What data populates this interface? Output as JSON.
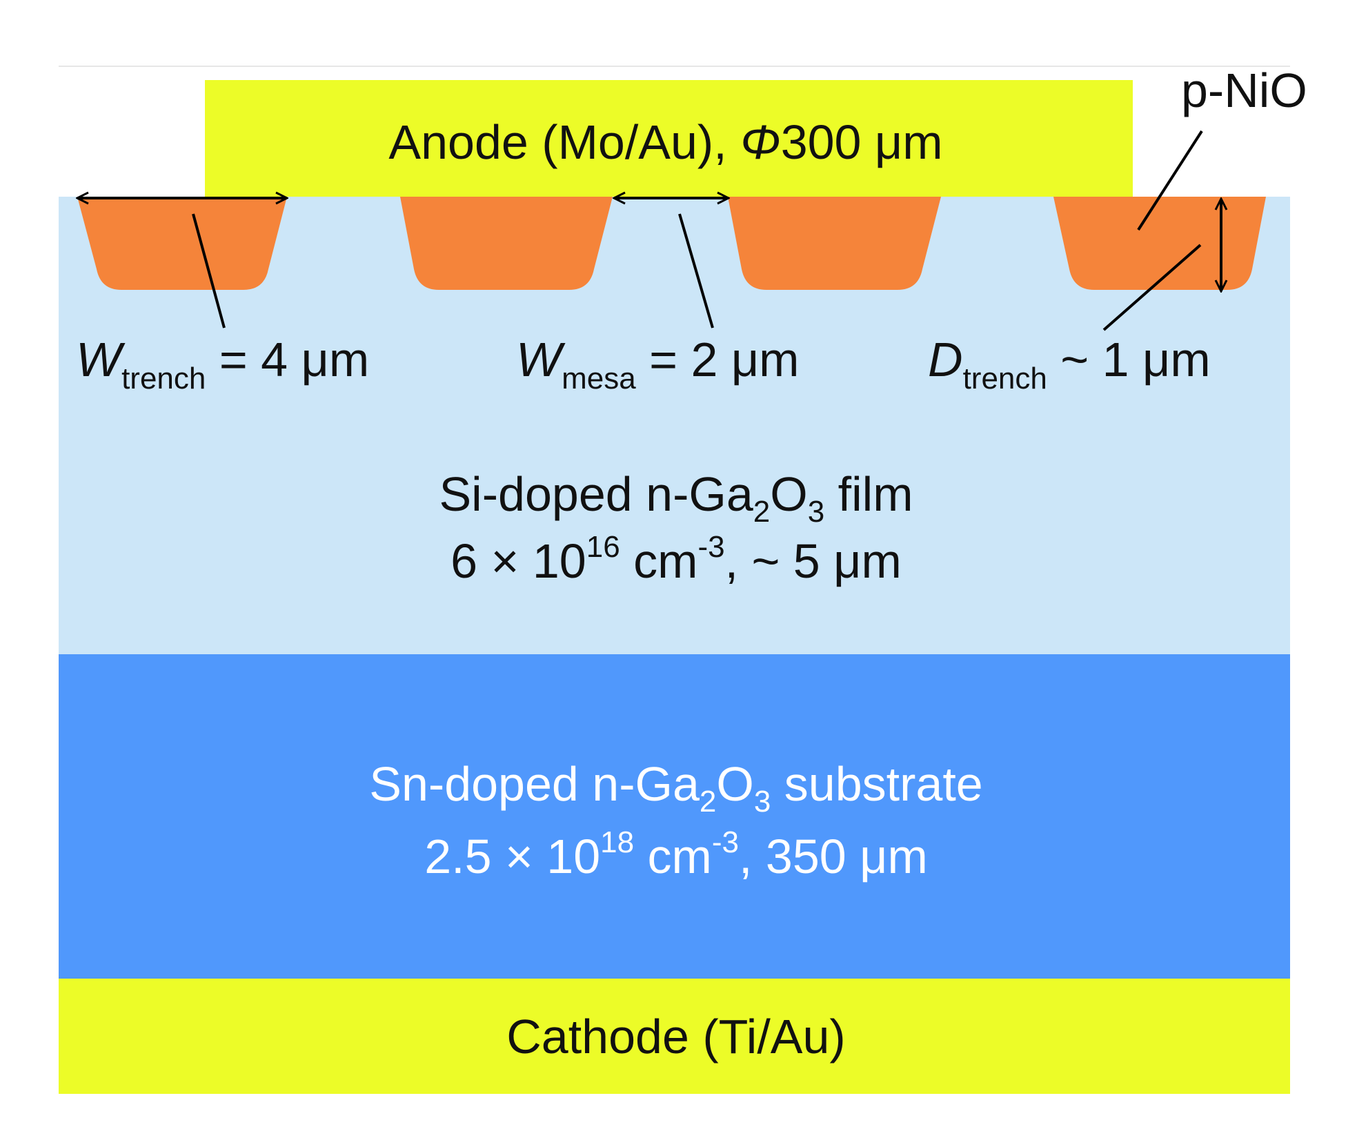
{
  "colors": {
    "metal": "#ecfc28",
    "film": "#cce6f8",
    "substrate": "#5098fc",
    "p_nio": "#f5843a",
    "line": "#000000",
    "text_dark": "#111111",
    "text_light": "#ffffff"
  },
  "anode": {
    "label": "Anode (Mo/Au), ",
    "phi": "Φ",
    "size": "300 μm"
  },
  "p_nio": {
    "label": "p-NiO"
  },
  "w_trench": {
    "var": "W",
    "sub": "trench",
    "value": " = 4 μm"
  },
  "w_mesa": {
    "var": "W",
    "sub": "mesa",
    "value": " = 2 μm"
  },
  "d_trench": {
    "var": "D",
    "sub": "trench",
    "value": " ~ 1 μm"
  },
  "film": {
    "line1_a": "Si-doped n-Ga",
    "line1_sub1": "2",
    "line1_b": "O",
    "line1_sub2": "3",
    "line1_c": " film",
    "line2_a": "6  ×  10",
    "line2_sup1": "16",
    "line2_b": " cm",
    "line2_sup2": "-3",
    "line2_c": ", ~ 5 μm"
  },
  "substrate": {
    "line1_a": "Sn-doped n-Ga",
    "line1_sub1": "2",
    "line1_b": "O",
    "line1_sub2": "3",
    "line1_c": " substrate",
    "line2_a": "2.5  ×  10",
    "line2_sup1": "18",
    "line2_b": " cm",
    "line2_sup2": "-3",
    "line2_c": ", 350 μm"
  },
  "cathode": {
    "label": "Cathode (Ti/Au)"
  }
}
